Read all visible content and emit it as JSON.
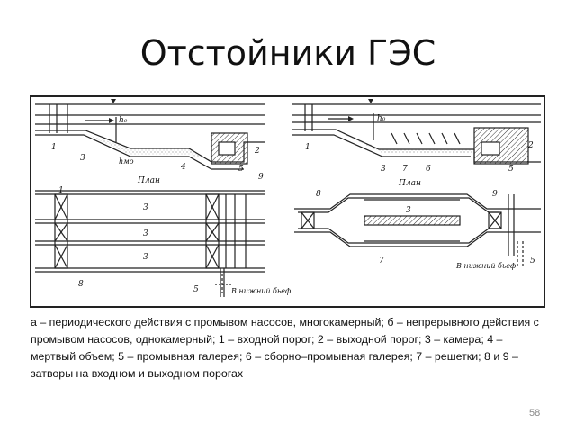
{
  "title": "Отстойники ГЭС",
  "figure": {
    "left": {
      "section_labels": {
        "h0": "h₀",
        "hmo": "hмо"
      },
      "plan_label": "План",
      "tailwater_label": "В нижний бьеф",
      "numbers": [
        "1",
        "3",
        "4",
        "5",
        "2",
        "1",
        "9",
        "3",
        "3",
        "3",
        "8",
        "5"
      ]
    },
    "right": {
      "section_labels": {
        "h0": "h₀"
      },
      "plan_label": "План",
      "tailwater_label": "В нижний бьеф",
      "numbers": [
        "1",
        "3",
        "7",
        "6",
        "5",
        "2",
        "8",
        "9",
        "3",
        "7",
        "5"
      ]
    }
  },
  "caption": "а – периодического действия с промывом насосов, многокамерный; б – непрерывного действия с промывом насосов, однокамерный; 1 – входной порог; 2 – выходной порог; 3 – камера; 4 – мертвый объем; 5 – промывная галерея; 6 – сборно–промывная галерея; 7 – решетки; 8 и 9 – затворы на входном и выходном порогах",
  "slide_number": "58"
}
